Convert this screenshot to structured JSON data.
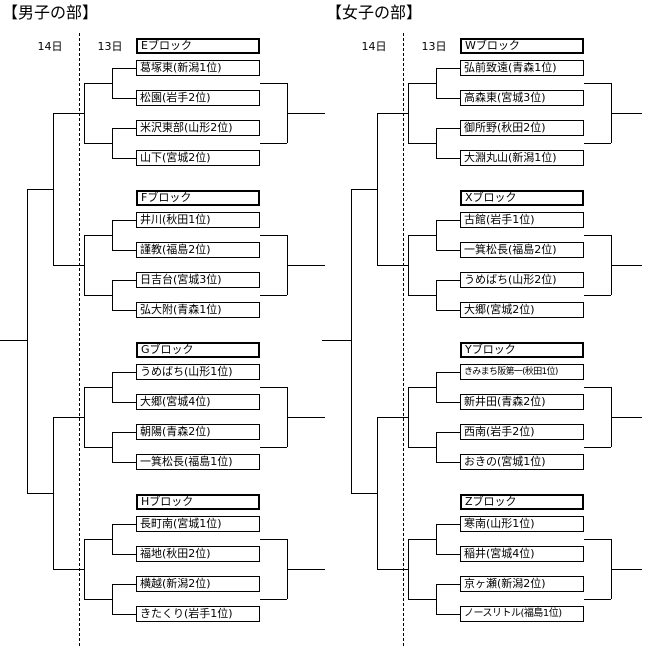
{
  "page": {
    "background": "#ffffff",
    "line_color": "#000000"
  },
  "divisions": [
    {
      "title": "【男子の部】",
      "day_labels": {
        "left": "14日",
        "right": "13日"
      },
      "blocks": [
        {
          "header": "Eブロック",
          "teams": [
            "葛塚東(新潟1位)",
            "松園(岩手2位)",
            "米沢東部(山形2位)",
            "山下(宮城2位)"
          ]
        },
        {
          "header": "Fブロック",
          "teams": [
            "井川(秋田1位)",
            "謹教(福島2位)",
            "日吉台(宮城3位)",
            "弘大附(青森1位)"
          ]
        },
        {
          "header": "Gブロック",
          "teams": [
            "うめばち(山形1位)",
            "大郷(宮城4位)",
            "朝陽(青森2位)",
            "一箕松長(福島1位)"
          ]
        },
        {
          "header": "Hブロック",
          "teams": [
            "長町南(宮城1位)",
            "福地(秋田2位)",
            "横越(新潟2位)",
            "きたくり(岩手1位)"
          ]
        }
      ]
    },
    {
      "title": "【女子の部】",
      "day_labels": {
        "left": "14日",
        "right": "13日"
      },
      "blocks": [
        {
          "header": "Wブロック",
          "teams": [
            "弘前致遠(青森1位)",
            "高森東(宮城3位)",
            "御所野(秋田2位)",
            "大淵丸山(新潟1位)"
          ]
        },
        {
          "header": "Xブロック",
          "teams": [
            "古館(岩手1位)",
            "一箕松長(福島2位)",
            "うめばち(山形2位)",
            "大郷(宮城2位)"
          ]
        },
        {
          "header": "Yブロック",
          "teams": [
            "きみまち阪第一(秋田1位)",
            "新井田(青森2位)",
            "西南(岩手2位)",
            "おきの(宮城1位)"
          ]
        },
        {
          "header": "Zブロック",
          "teams": [
            "寒南(山形1位)",
            "稲井(宮城4位)",
            "京ヶ瀬(新潟2位)",
            "ノースリトル(福島1位)"
          ]
        }
      ]
    }
  ]
}
